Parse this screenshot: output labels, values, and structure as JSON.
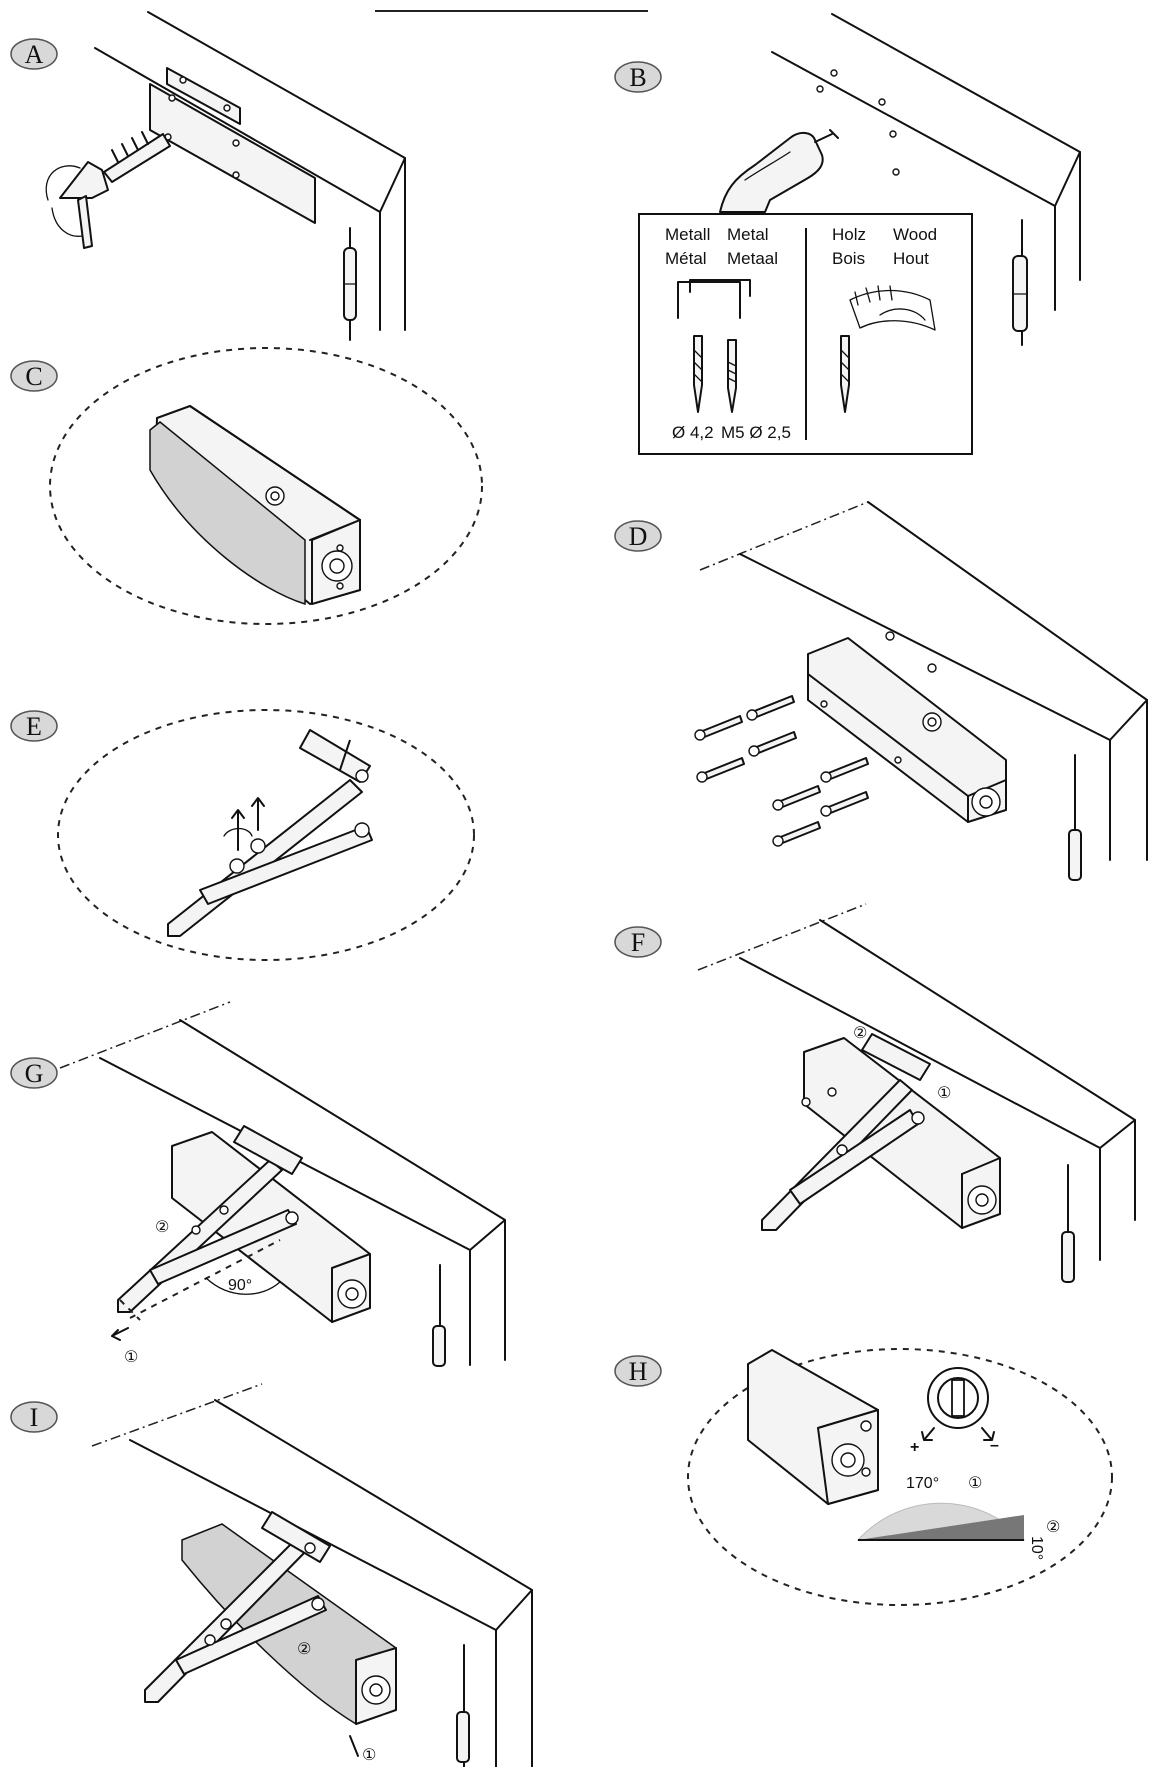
{
  "steps": {
    "a": {
      "label": "A"
    },
    "b": {
      "label": "B"
    },
    "c": {
      "label": "C"
    },
    "d": {
      "label": "D"
    },
    "e": {
      "label": "E"
    },
    "f": {
      "label": "F"
    },
    "g": {
      "label": "G"
    },
    "h": {
      "label": "H"
    },
    "i": {
      "label": "I"
    }
  },
  "drill_table": {
    "metal_col1_line1": "Metall",
    "metal_col2_line1": "Metal",
    "metal_col1_line2": "Métal",
    "metal_col2_line2": "Metaal",
    "wood_col1_line1": "Holz",
    "wood_col2_line1": "Wood",
    "wood_col1_line2": "Bois",
    "wood_col2_line2": "Hout",
    "metal_size_1": "Ø 4,2",
    "metal_size_2": "M5 Ø 2,5"
  },
  "markers": {
    "one": "①",
    "two": "②",
    "angle_90": "90°",
    "angle_170": "170°",
    "angle_10": "10°",
    "plus": "+",
    "minus": "–"
  }
}
